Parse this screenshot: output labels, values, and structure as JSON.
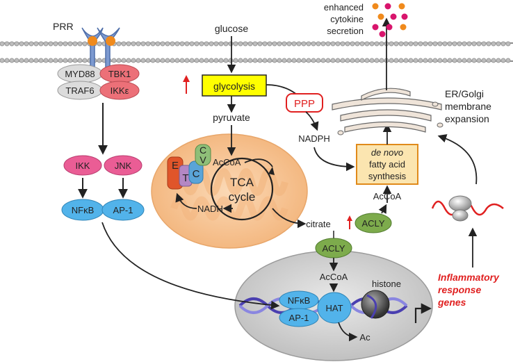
{
  "labels": {
    "prr": "PRR",
    "glucose": "glucose",
    "glycolysis": "glycolysis",
    "pyruvate": "pyruvate",
    "ppp": "PPP",
    "nadph": "NADPH",
    "acoa_mito": "AcCoA",
    "tca_line1": "TCA",
    "tca_line2": "cycle",
    "nadh": "NADH",
    "etc_e": "E",
    "etc_t": "T",
    "etc_c": "C",
    "etc_c2": "C",
    "etc_v": "V",
    "citrate": "citrate",
    "acly_cyto": "ACLY",
    "acly_nuc": "ACLY",
    "acoa_cyto": "AcCoA",
    "acoa_nuc": "AcCoA",
    "denovo_line1": "de novo",
    "denovo_line2": "fatty acid",
    "denovo_line3": "synthesis",
    "er_line1": "ER/Golgi",
    "er_line2": "membrane",
    "er_line3": "expansion",
    "cyto_line1": "enhanced",
    "cyto_line2": "cytokine",
    "cyto_line3": "secretion",
    "myd88": "MYD88",
    "traf6": "TRAF6",
    "tbk1": "TBK1",
    "ikke": "IKKε",
    "ikk": "IKK",
    "jnk": "JNK",
    "nfkb": "NFκB",
    "ap1": "AP-1",
    "nfkb_nuc": "NFκB",
    "ap1_nuc": "AP-1",
    "hat": "HAT",
    "histone": "histone",
    "ac": "Ac",
    "genes_line1": "Inflammatory",
    "genes_line2": "response",
    "genes_line3": "genes"
  },
  "colors": {
    "membrane": "#9a9a9a",
    "receptor": "#6f8fc4",
    "ligand": "#f08a1c",
    "grey_node": "#d8d8d8",
    "red_node": "#e8686e",
    "pink_node": "#e6558e",
    "blue_node": "#4fb0e8",
    "green_node": "#7dab4c",
    "glycolysis_box": "#ffff00",
    "mito": "#f7c79a",
    "nucleus": "#cfcfcf",
    "ppp": "#e02020",
    "fas_box": "#fbe5b0",
    "fas_border": "#e08a1a",
    "genes_text": "#e02020",
    "dot_orange": "#f08a1c",
    "dot_magenta": "#d8156c"
  }
}
